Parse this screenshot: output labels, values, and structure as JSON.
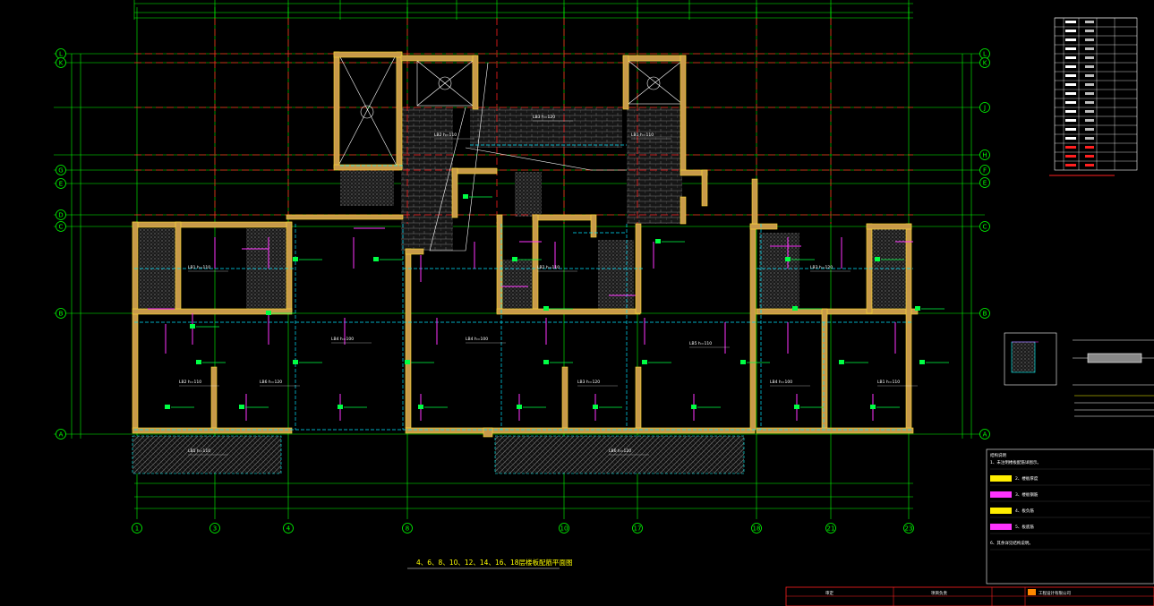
{
  "drawing": {
    "caption": "4、6、8、10、12、14、16、18层楼板配筋平面图",
    "notes_header": "结构说明",
    "notes": [
      "1、未注明楼板配筋详图示。",
      "2、楼板厚度",
      "3、楼板钢筋",
      "4、板负筋",
      "5、板底筋",
      "6、其余详见结构说明。"
    ],
    "title_block": {
      "designer": "审定",
      "checker": "项目负责",
      "company": "工程设计有限公司"
    }
  },
  "axes": {
    "bottom": [
      "1",
      "3",
      "4",
      "8",
      "10",
      "17",
      "18",
      "21",
      "23"
    ],
    "left": [
      "L",
      "K",
      "G",
      "E",
      "D",
      "C",
      "B",
      "A"
    ],
    "right": [
      "L",
      "K",
      "J",
      "H",
      "F",
      "E",
      "C",
      "B",
      "A"
    ]
  },
  "slab_labels": [
    "LB1 h=110",
    "LB2 h=110",
    "LB3 h=120",
    "LB4 h=100",
    "LB5 h=110",
    "LB6 h=120"
  ],
  "colors": {
    "background": "#000000",
    "grid_axis": "#00ff00",
    "dim_line": "#00ff00",
    "red_dash": "#ff0000",
    "wall_fill": "#c8a050",
    "wall_edge": "#ffff00",
    "rebar": "#ff00ff",
    "beam_dash": "#00ffff",
    "hatch": "#888888",
    "text": "#ffffff"
  }
}
